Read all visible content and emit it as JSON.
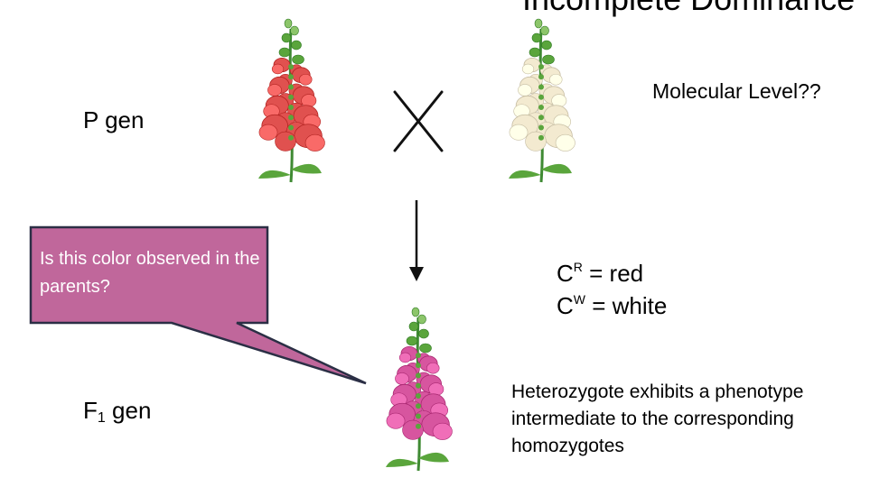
{
  "title": "Incomplete Dominance",
  "generations": {
    "p": "P gen",
    "f1_prefix": "F",
    "f1_sub": "1",
    "f1_suffix": " gen"
  },
  "molecular": "Molecular Level??",
  "alleles": {
    "red": {
      "base": "C",
      "sup": "R",
      "text": " = red"
    },
    "white": {
      "base": "C",
      "sup": "W",
      "text": " = white"
    }
  },
  "callout": {
    "text": "Is this color observed in the parents?",
    "color": "#c0679b",
    "border": "#2b2f45"
  },
  "description": "Heterozygote exhibits a phenotype intermediate to the corresponding homozygotes",
  "colors": {
    "red_flower": "#e0514f",
    "white_flower": "#f3ead0",
    "pink_flower": "#d7559f",
    "stem": "#3f8a33",
    "leaf": "#5aa53c"
  },
  "icons": {
    "cross": "cross-icon",
    "arrow": "arrow-down-icon"
  }
}
